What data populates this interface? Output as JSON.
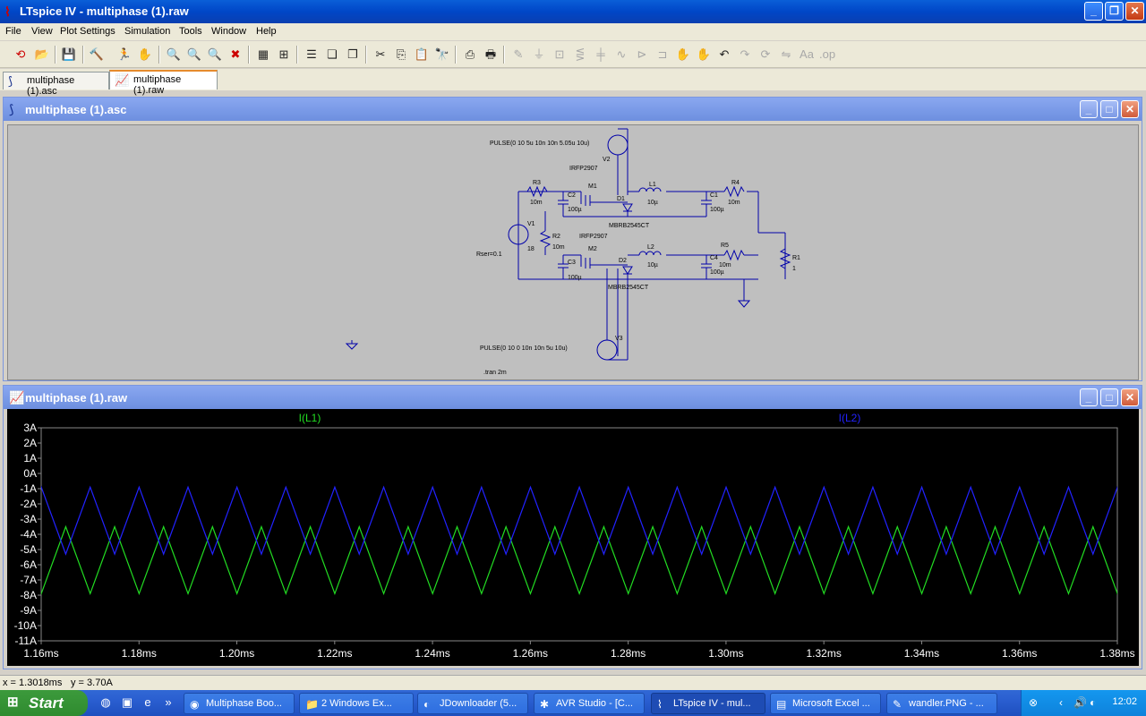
{
  "window": {
    "title": "LTspice IV - multiphase (1).raw"
  },
  "menu": [
    "File",
    "View",
    "Plot Settings",
    "Simulation",
    "Tools",
    "Window",
    "Help"
  ],
  "tabs": [
    {
      "label": "multiphase (1).asc",
      "active": false
    },
    {
      "label": "multiphase (1).raw",
      "active": true
    }
  ],
  "schematic_window": {
    "title": "multiphase (1).asc",
    "labels": {
      "v2_pulse": "PULSE(0 10 5u 10n 10n 5.05u 10u)",
      "v2": "V2",
      "irf_top": "IRFP2907",
      "m1": "M1",
      "r3": "R3",
      "r3v": "10m",
      "c2": "C2",
      "c2v": "100µ",
      "d1": "D1",
      "l1": "L1",
      "l1v": "10µ",
      "c1": "C1",
      "c1v": "100µ",
      "r4": "R4",
      "r4v": "10m",
      "mbr_top": "MBRB2545CT",
      "v1": "V1",
      "v1v": "18",
      "rser": "Rser=0.1",
      "r2": "R2",
      "r2v": "10m",
      "irf_bot": "IRFP2907",
      "m2": "M2",
      "l2": "L2",
      "l2v": "10µ",
      "r5": "R5",
      "r5v": "10m",
      "r1": "R1",
      "r1v": "1",
      "c3": "C3",
      "c3v": "100µ",
      "d2": "D2",
      "c4": "C4",
      "c4v": "100µ",
      "mbr_bot": "MBRB2545CT",
      "v3_pulse": "PULSE(0 10 0 10n 10n 5u 10u)",
      "v3": "V3",
      "tran": ".tran 2m"
    }
  },
  "plot_window": {
    "title": "multiphase (1).raw"
  },
  "chart_data": {
    "type": "line",
    "xlabel": "",
    "ylabel": "",
    "x_ticks": [
      "1.16ms",
      "1.18ms",
      "1.20ms",
      "1.22ms",
      "1.24ms",
      "1.26ms",
      "1.28ms",
      "1.30ms",
      "1.32ms",
      "1.34ms",
      "1.36ms",
      "1.38ms"
    ],
    "y_ticks": [
      "3A",
      "2A",
      "1A",
      "0A",
      "-1A",
      "-2A",
      "-3A",
      "-4A",
      "-5A",
      "-6A",
      "-7A",
      "-8A",
      "-9A",
      "-10A",
      "-11A"
    ],
    "xlim": [
      1.16,
      1.38
    ],
    "ylim": [
      -11,
      3
    ],
    "x_unit": "ms",
    "series": [
      {
        "name": "I(L1)",
        "color": "#22dd22",
        "shape": "triangle",
        "period_ms": 0.01,
        "phase_ms": 0.0,
        "min": -7.9,
        "max": -3.5
      },
      {
        "name": "I(L2)",
        "color": "#2222ff",
        "shape": "triangle",
        "period_ms": 0.01,
        "phase_ms": 0.005,
        "min": -5.3,
        "max": -0.9
      }
    ]
  },
  "statusbar": {
    "x": "x = 1.3018ms",
    "y": "y = 3.70A"
  },
  "taskbar": {
    "start": "Start",
    "tasks": [
      {
        "label": "Multiphase Boo...",
        "active": false
      },
      {
        "label": "2 Windows Ex...",
        "active": false
      },
      {
        "label": "JDownloader (5...",
        "active": false
      },
      {
        "label": "AVR Studio - [C...",
        "active": false
      },
      {
        "label": "LTspice IV - mul...",
        "active": true
      },
      {
        "label": "Microsoft Excel ...",
        "active": false
      },
      {
        "label": "wandler.PNG - ...",
        "active": false
      }
    ],
    "clock": "12:02"
  }
}
